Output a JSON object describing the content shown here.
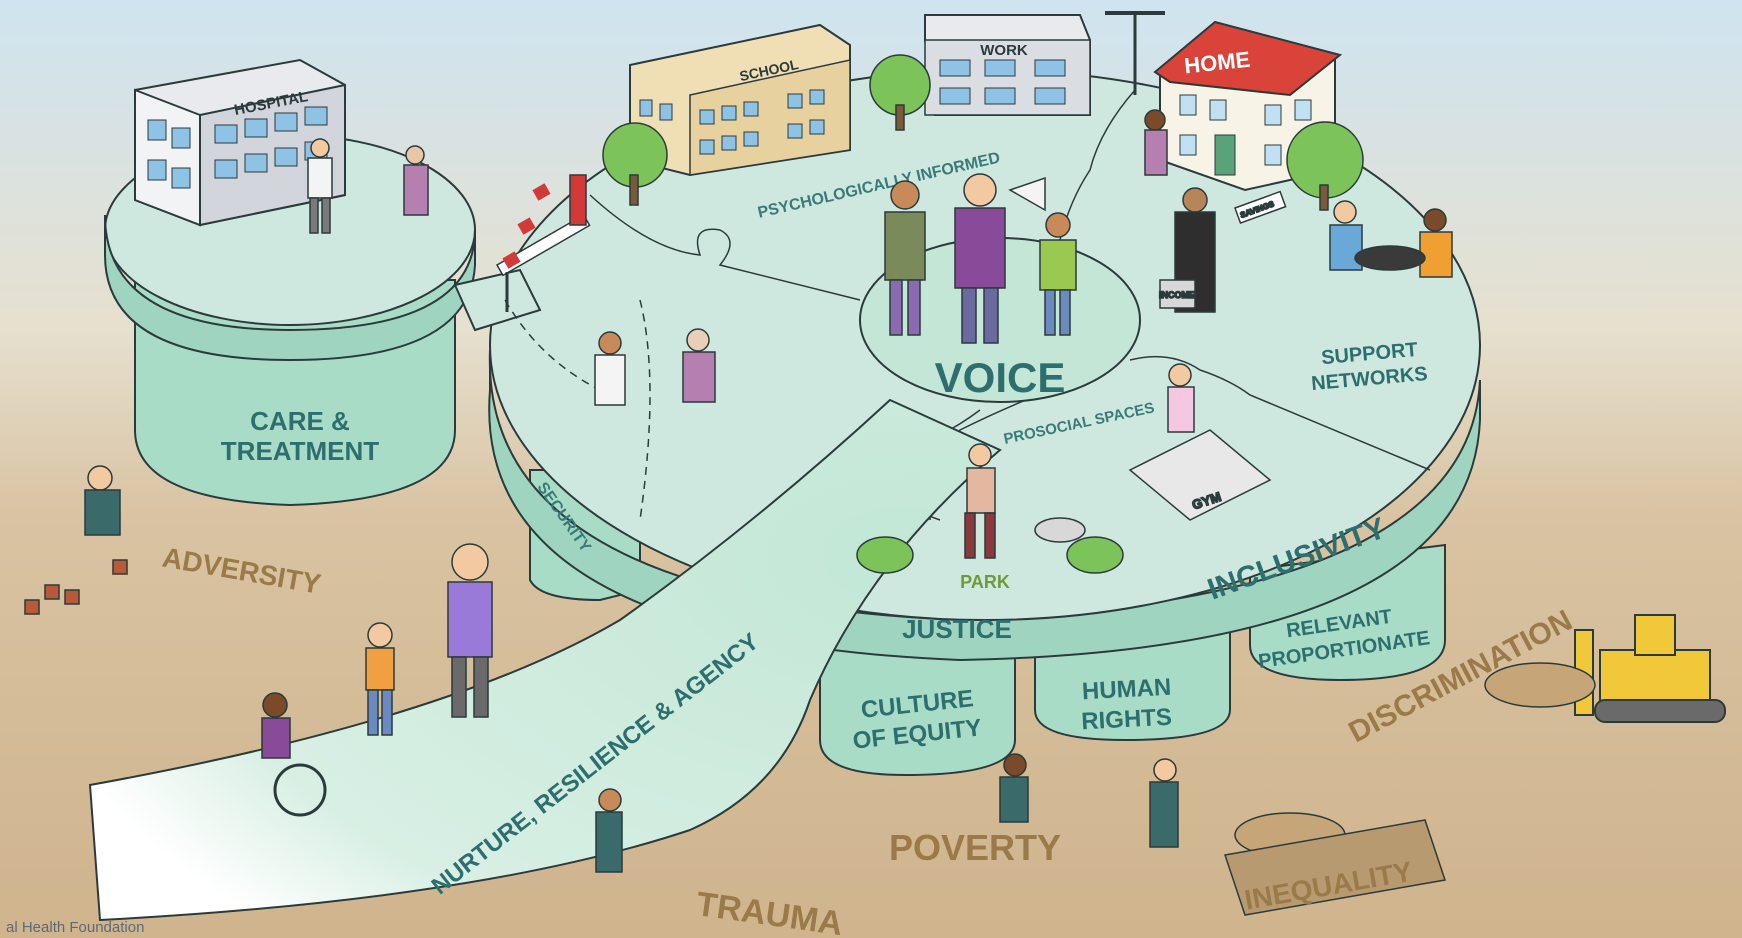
{
  "scene": {
    "buildings": {
      "hospital": "HOSPITAL",
      "school": "SCHOOL",
      "work": "WORK",
      "home": "HOME"
    },
    "signs": {
      "savings": "SAVINGS",
      "income": "INCOME",
      "gym": "GYM"
    },
    "platform_labels": {
      "psychologically_informed": "PSYCHOLOGICALLY INFORMED",
      "voice": "VOICE",
      "support_networks_1": "SUPPORT",
      "support_networks_2": "NETWORKS",
      "prosocial_spaces": "PROSOCIAL SPACES",
      "park": "PARK",
      "security": "SECURITY",
      "care_1": "CARE &",
      "care_2": "TREATMENT",
      "justice": "JUSTICE",
      "inclusivity": "INCLUSIVITY",
      "path": "NURTURE, RESILIENCE & AGENCY"
    },
    "pillars": {
      "culture_1": "CULTURE",
      "culture_2": "OF EQUITY",
      "rights_1": "HUMAN",
      "rights_2": "RIGHTS",
      "relevant_1": "RELEVANT",
      "relevant_2": "PROPORTIONATE"
    },
    "ground_words": {
      "adversity": "ADVERSITY",
      "poverty": "POVERTY",
      "trauma": "TRAUMA",
      "inequality": "INEQUALITY",
      "discrimination": "DISCRIMINATION"
    },
    "footer": "al Health Foundation"
  },
  "colors": {
    "platform": "#cfe8df",
    "platform_edge": "#9fd4c0",
    "pillar": "#a8dcc6",
    "ground": "#d9c3a2",
    "sky": "#dcecf3",
    "label": "#2d6e6e",
    "dirt_label": "#9a7a48"
  }
}
